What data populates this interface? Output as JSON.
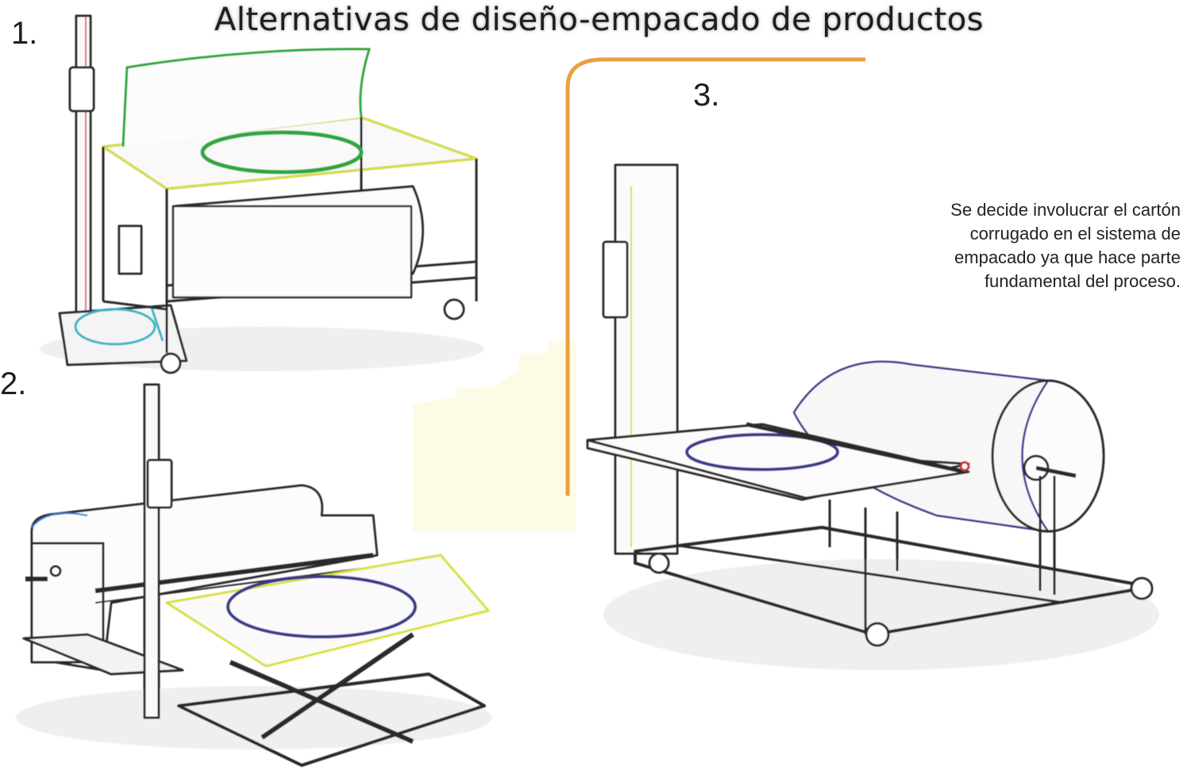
{
  "title": "Alternativas de diseño-empacado de productos",
  "labels": {
    "alt1": "1.",
    "alt2": "2.",
    "alt3": "3."
  },
  "description": {
    "lines": [
      "Se decide involucrar el cartón",
      "corrugado en el sistema de",
      "empacado ya que hace parte",
      "fundamental del proceso."
    ]
  },
  "colors": {
    "outline": "#2a2a2a",
    "accent_green": "#2fa63a",
    "accent_yellow": "#d8e040",
    "accent_blue": "#3a3a8a",
    "accent_cyan": "#35b5c5",
    "accent_orange": "#e8a040",
    "cardboard": "#fdfbe6"
  }
}
